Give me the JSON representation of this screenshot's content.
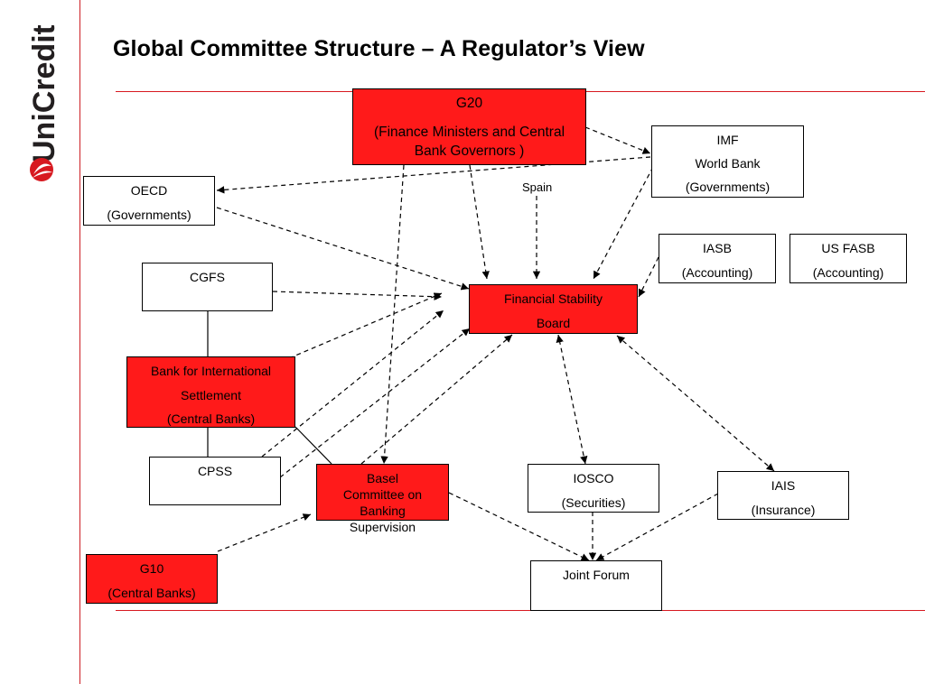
{
  "title": "Global Committee Structure – A Regulator’s View",
  "brand": {
    "logo_text": "UniCredit",
    "accent_color": "#d71920",
    "node_fill": "#ff1a1a"
  },
  "nodes": {
    "g20": {
      "lines": [
        "G20",
        "(Finance Ministers and Central",
        "Bank Governors )"
      ]
    },
    "imf": {
      "lines": [
        "IMF",
        "World Bank",
        "(Governments)"
      ]
    },
    "oecd": {
      "lines": [
        "OECD",
        "(Governments)"
      ]
    },
    "iasb": {
      "lines": [
        "IASB",
        "(Accounting)"
      ]
    },
    "usfasb": {
      "lines": [
        "US FASB",
        "(Accounting)"
      ]
    },
    "cgfs": {
      "lines": [
        "CGFS"
      ]
    },
    "fsb": {
      "lines": [
        "Financial Stability",
        "Board"
      ]
    },
    "bis": {
      "lines": [
        "Bank for International",
        "Settlement",
        "(Central Banks)"
      ]
    },
    "cpss": {
      "lines": [
        "CPSS"
      ]
    },
    "basel": {
      "lines": [
        "Basel",
        "Committee on",
        "Banking",
        "Supervision"
      ]
    },
    "iosco": {
      "lines": [
        "IOSCO",
        "(Securities)"
      ]
    },
    "iais": {
      "lines": [
        "IAIS",
        "(Insurance)"
      ]
    },
    "g10": {
      "lines": [
        "G10",
        "(Central Banks)"
      ]
    },
    "joint_forum": {
      "lines": [
        "Joint Forum"
      ]
    }
  },
  "spain_label": "Spain"
}
